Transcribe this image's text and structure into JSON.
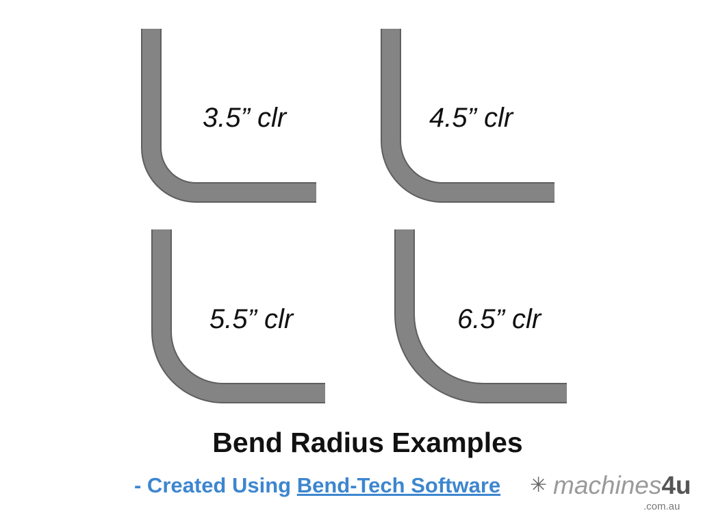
{
  "bends": [
    {
      "label": "3.5” clr",
      "radius_in": 3.5
    },
    {
      "label": "4.5” clr",
      "radius_in": 4.5
    },
    {
      "label": "5.5” clr",
      "radius_in": 5.5
    },
    {
      "label": "6.5” clr",
      "radius_in": 6.5
    }
  ],
  "title": "Bend Radius Examples",
  "subtitle": {
    "prefix": "- Created Using ",
    "link": "Bend-Tech Software"
  },
  "watermark": {
    "name": "machines",
    "number": "4u",
    "domain": ".com.au"
  },
  "colors": {
    "tube": "#808080",
    "tube_edge": "#5e5e5e",
    "link": "#3d86cf"
  }
}
